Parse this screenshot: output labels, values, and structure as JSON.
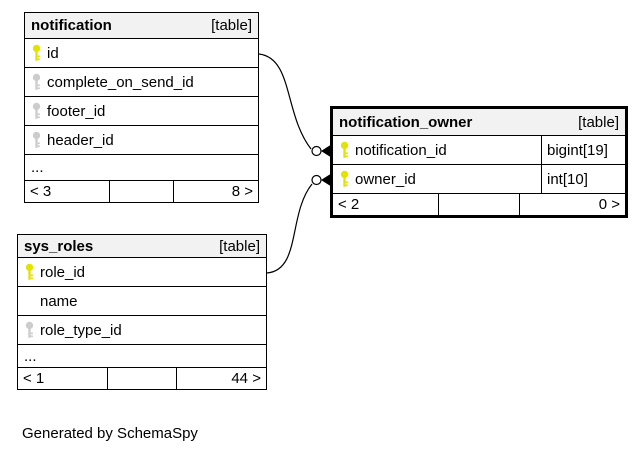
{
  "diagram": {
    "generator_note": "Generated by SchemaSpy",
    "colors": {
      "primary_key": "#e3e300",
      "foreign_key": "#cccccc",
      "header_bg": "#f2f2f2",
      "line": "#000000"
    },
    "tables": [
      {
        "name": "notification",
        "badge": "[table]",
        "rows": [
          {
            "name": "id",
            "key": "primary"
          },
          {
            "name": "complete_on_send_id",
            "key": "foreign"
          },
          {
            "name": "footer_id",
            "key": "foreign"
          },
          {
            "name": "header_id",
            "key": "foreign"
          }
        ],
        "ellipsis": "...",
        "pager": {
          "prev": "< 3",
          "next": "8 >"
        }
      },
      {
        "name": "notification_owner",
        "badge": "[table]",
        "rows": [
          {
            "name": "notification_id",
            "key": "primary",
            "type": "bigint[19]"
          },
          {
            "name": "owner_id",
            "key": "primary",
            "type": "int[10]"
          }
        ],
        "pager": {
          "prev": "< 2",
          "next": "0 >"
        }
      },
      {
        "name": "sys_roles",
        "badge": "[table]",
        "rows": [
          {
            "name": "role_id",
            "key": "primary"
          },
          {
            "name": "name",
            "key": "none"
          },
          {
            "name": "role_type_id",
            "key": "foreign"
          }
        ],
        "ellipsis": "...",
        "pager": {
          "prev": "< 1",
          "next": "44 >"
        }
      }
    ],
    "relationships": [
      {
        "from": "notification.id",
        "to": "notification_owner.notification_id"
      },
      {
        "from": "sys_roles.role_id",
        "to": "notification_owner.owner_id"
      }
    ]
  }
}
